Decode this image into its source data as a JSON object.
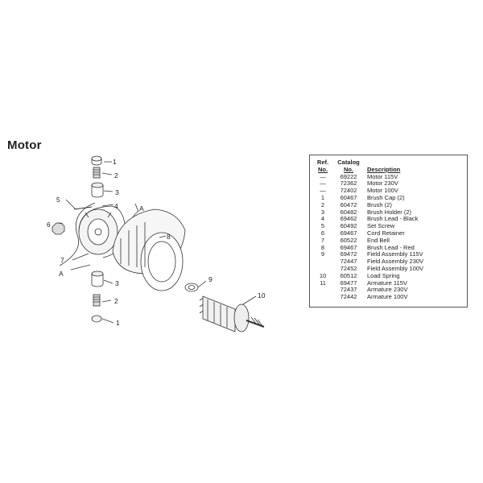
{
  "page_title": "Motor",
  "diagram": {
    "callouts": [
      "1",
      "2",
      "3",
      "4",
      "5",
      "6",
      "7",
      "A",
      "8",
      "A",
      "3",
      "2",
      "1",
      "9",
      "10"
    ]
  },
  "parts_table": {
    "headers": {
      "ref_line1": "Ref.",
      "ref_line2": "No.",
      "catalog_line1": "Catalog",
      "catalog_line2": "No.",
      "description": "Description"
    },
    "rows": [
      {
        "ref": "—",
        "catalog": "69222",
        "description": "Motor 115V"
      },
      {
        "ref": "—",
        "catalog": "72362",
        "description": "Motor 230V"
      },
      {
        "ref": "—",
        "catalog": "72402",
        "description": "Motor 100V"
      },
      {
        "ref": "1",
        "catalog": "60467",
        "description": "Brush Cap (2)"
      },
      {
        "ref": "2",
        "catalog": "60472",
        "description": "Brush (2)"
      },
      {
        "ref": "3",
        "catalog": "60482",
        "description": "Brush Holder (2)"
      },
      {
        "ref": "4",
        "catalog": "69462",
        "description": "Brush Lead - Black"
      },
      {
        "ref": "5",
        "catalog": "60492",
        "description": "Set Screw"
      },
      {
        "ref": "6",
        "catalog": "69467",
        "description": "Cord Retainer"
      },
      {
        "ref": "7",
        "catalog": "60522",
        "description": "End Bell"
      },
      {
        "ref": "8",
        "catalog": "69467",
        "description": "Brush Lead - Red"
      },
      {
        "ref": "9",
        "catalog": "69472",
        "description": "Field Assembly 115V"
      },
      {
        "ref": "",
        "catalog": "72447",
        "description": "Field Assembly 230V"
      },
      {
        "ref": "",
        "catalog": "72452",
        "description": "Field Assembly 100V"
      },
      {
        "ref": "10",
        "catalog": "60512",
        "description": "Load Spring"
      },
      {
        "ref": "11",
        "catalog": "69477",
        "description": "Armature 115V"
      },
      {
        "ref": "",
        "catalog": "72437",
        "description": "Armature 230V"
      },
      {
        "ref": "",
        "catalog": "72442",
        "description": "Armature 100V"
      }
    ]
  }
}
